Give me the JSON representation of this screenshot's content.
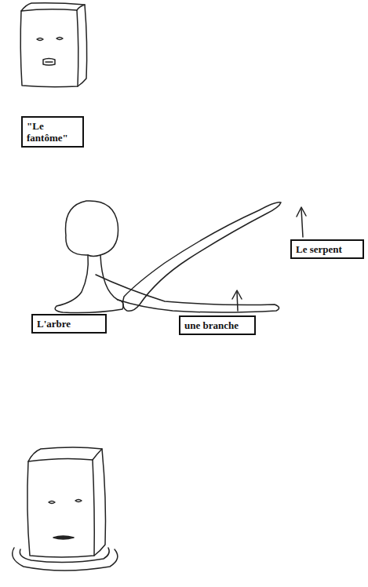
{
  "diagram": {
    "nodes": [
      {
        "text": [
          "\"Le fantôme\""
        ]
      },
      {
        "text": [
          "Le serpent"
        ]
      },
      {
        "text": [
          "L'arbre"
        ]
      },
      {
        "text": [
          "une branche"
        ]
      }
    ]
  }
}
